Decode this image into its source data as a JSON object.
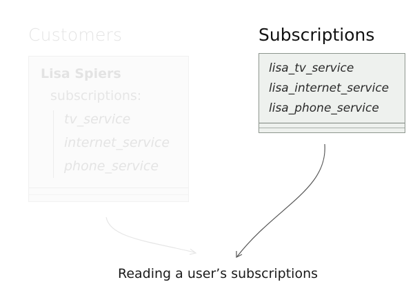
{
  "customers": {
    "title": "Customers",
    "name": "Lisa Spiers",
    "subscriptions_label": "subscriptions:",
    "items": [
      "tv_service",
      "internet_service",
      "phone_service"
    ]
  },
  "subscriptions": {
    "title": "Subscriptions",
    "items": [
      "lisa_tv_service",
      "lisa_internet_service",
      "lisa_phone_service"
    ]
  },
  "caption": "Reading a user’s subscriptions",
  "colors": {
    "faded_text": "#e4e4e4",
    "card_fill": "#eef1ee",
    "card_border": "#8c958d",
    "arrow": "#555555",
    "faded_arrow": "#e6e6e6"
  }
}
